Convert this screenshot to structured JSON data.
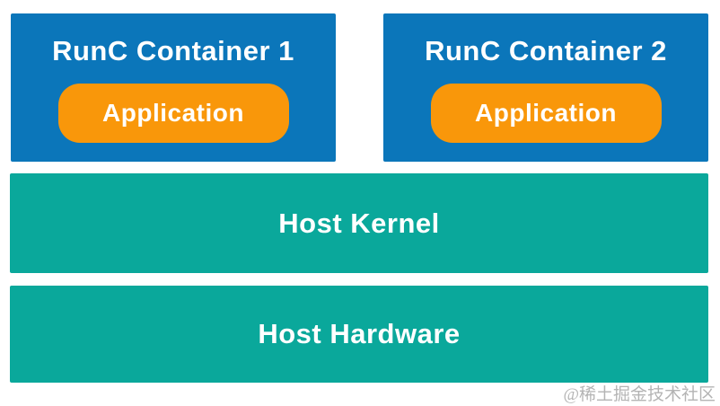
{
  "diagram": {
    "containers": [
      {
        "title": "RunC Container 1",
        "app_label": "Application"
      },
      {
        "title": "RunC Container 2",
        "app_label": "Application"
      }
    ],
    "kernel_label": "Host Kernel",
    "hardware_label": "Host Hardware",
    "watermark": "@稀土掘金技术社区",
    "colors": {
      "container_blue": "#0b76ba",
      "layer_teal": "#0aa89b",
      "app_orange": "#f9970a",
      "text_white": "#ffffff",
      "watermark_gray": "#9b9b9b",
      "background": "#ffffff"
    }
  }
}
